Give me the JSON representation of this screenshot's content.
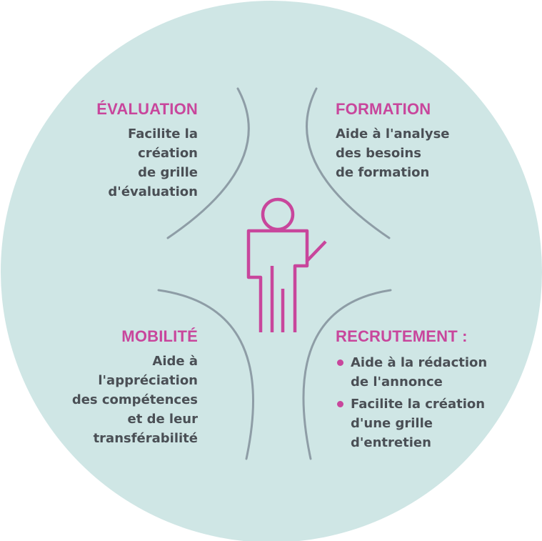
{
  "colors": {
    "circle_fill": "#cfe6e5",
    "arc_stroke": "#8e9da6",
    "accent": "#c8469c",
    "text": "#4a4f55"
  },
  "quadrants": {
    "evaluation": {
      "title": "ÉVALUATION",
      "lines": [
        "Facilite la",
        "création",
        "de grille",
        "d'évaluation"
      ]
    },
    "formation": {
      "title": "FORMATION",
      "lines": [
        "Aide à l'analyse",
        "des besoins",
        "de formation"
      ]
    },
    "mobilite": {
      "title": "MOBILITÉ",
      "lines": [
        "Aide à",
        "l'appréciation",
        "des compétences",
        "et de leur",
        "transférabilité"
      ]
    },
    "recrutement": {
      "title": "RECRUTEMENT :",
      "bullets": [
        {
          "lines": [
            "Aide à la rédaction",
            "de l'annonce"
          ]
        },
        {
          "lines": [
            "Facilite la création",
            "d'une grille",
            "d'entretien"
          ]
        }
      ]
    }
  },
  "center_icon": "person-pointing-icon"
}
